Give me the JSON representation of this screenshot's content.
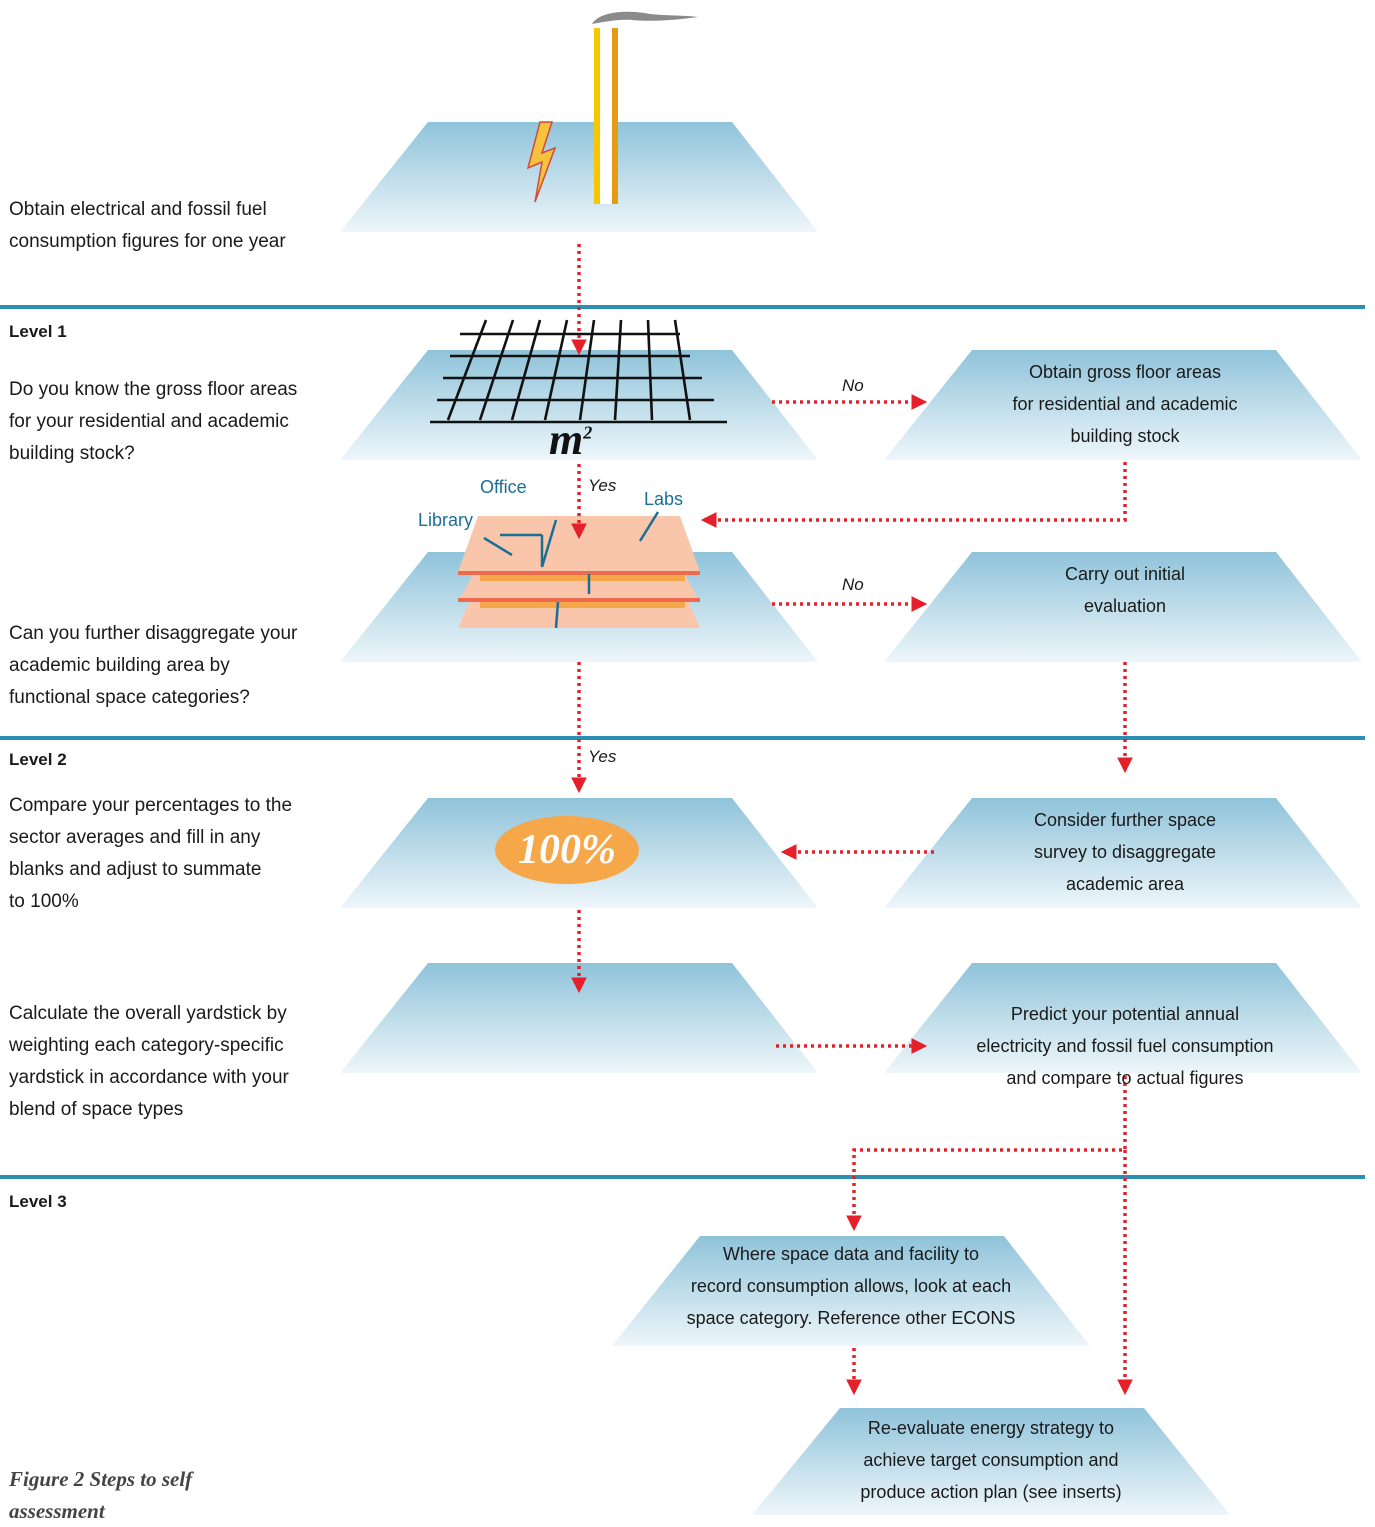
{
  "side_text": {
    "obtain": "Obtain electrical and fossil fuel\nconsumption figures for one year",
    "q1": "Do you know the gross floor areas\nfor your residential and academic\nbuilding stock?",
    "q2": "Can you further disaggregate your\nacademic building area by\nfunctional space categories?",
    "compare": "Compare your percentages to the\nsector averages and fill in any\nblanks and adjust to summate\nto 100%",
    "calculate": "Calculate the overall yardstick by\nweighting each category-specific\nyardstick in accordance with your\nblend of space types"
  },
  "levels": {
    "l1": "Level 1",
    "l2": "Level 2",
    "l3": "Level 3"
  },
  "boxes": {
    "gross": "Obtain gross floor areas\nfor residential and academic\nbuilding stock",
    "initial": "Carry out initial\nevaluation",
    "survey": "Consider further space\nsurvey to disaggregate\nacademic area",
    "predict": "Predict your potential annual\nelectricity and fossil fuel consumption\nand compare to actual figures",
    "where": "Where space data and facility to\nrecord consumption allows, look at each\nspace category. Reference other ECONS",
    "reevaluate": "Re-evaluate energy strategy to\nachieve target consumption and\nproduce action plan (see inserts)"
  },
  "answers": {
    "no1": "No",
    "no2": "No",
    "yes1": "Yes",
    "yes2": "Yes"
  },
  "labels": {
    "office": "Office",
    "library": "Library",
    "labs": "Labs",
    "area_unit": "m",
    "area_exp": "2",
    "percent": "100%"
  },
  "caption": "Figure 2 Steps to self assessment",
  "colors": {
    "rule": "#2a8fb0",
    "arrow": "#e5202a",
    "tag": "#1a6f96",
    "orange": "#f6a74a",
    "sheet": "#f9c6ac"
  }
}
